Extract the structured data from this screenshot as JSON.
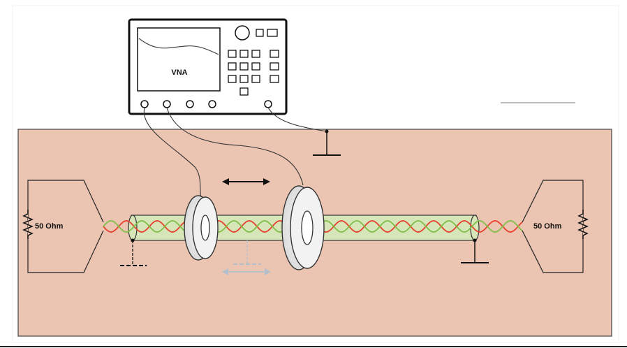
{
  "instrument": {
    "screen_label": "VNA"
  },
  "terminations": {
    "left_label": "50 Ohm",
    "right_label": "50 Ohm"
  },
  "colors": {
    "background": "#ffffff",
    "test_board": "#ebc5b1",
    "cable_fill": "#d6e6b8",
    "wire_red": "#e8412f",
    "wire_green": "#7fbf4a",
    "current_probe_arrow": "#111111",
    "alt_position_marker": "#b5bfcc"
  },
  "icons": {
    "ground_symbol": "ground-icon",
    "resistor_symbol": "resistor-icon",
    "probe": "current-probe-ring",
    "move_arrow": "double-arrow-icon"
  }
}
